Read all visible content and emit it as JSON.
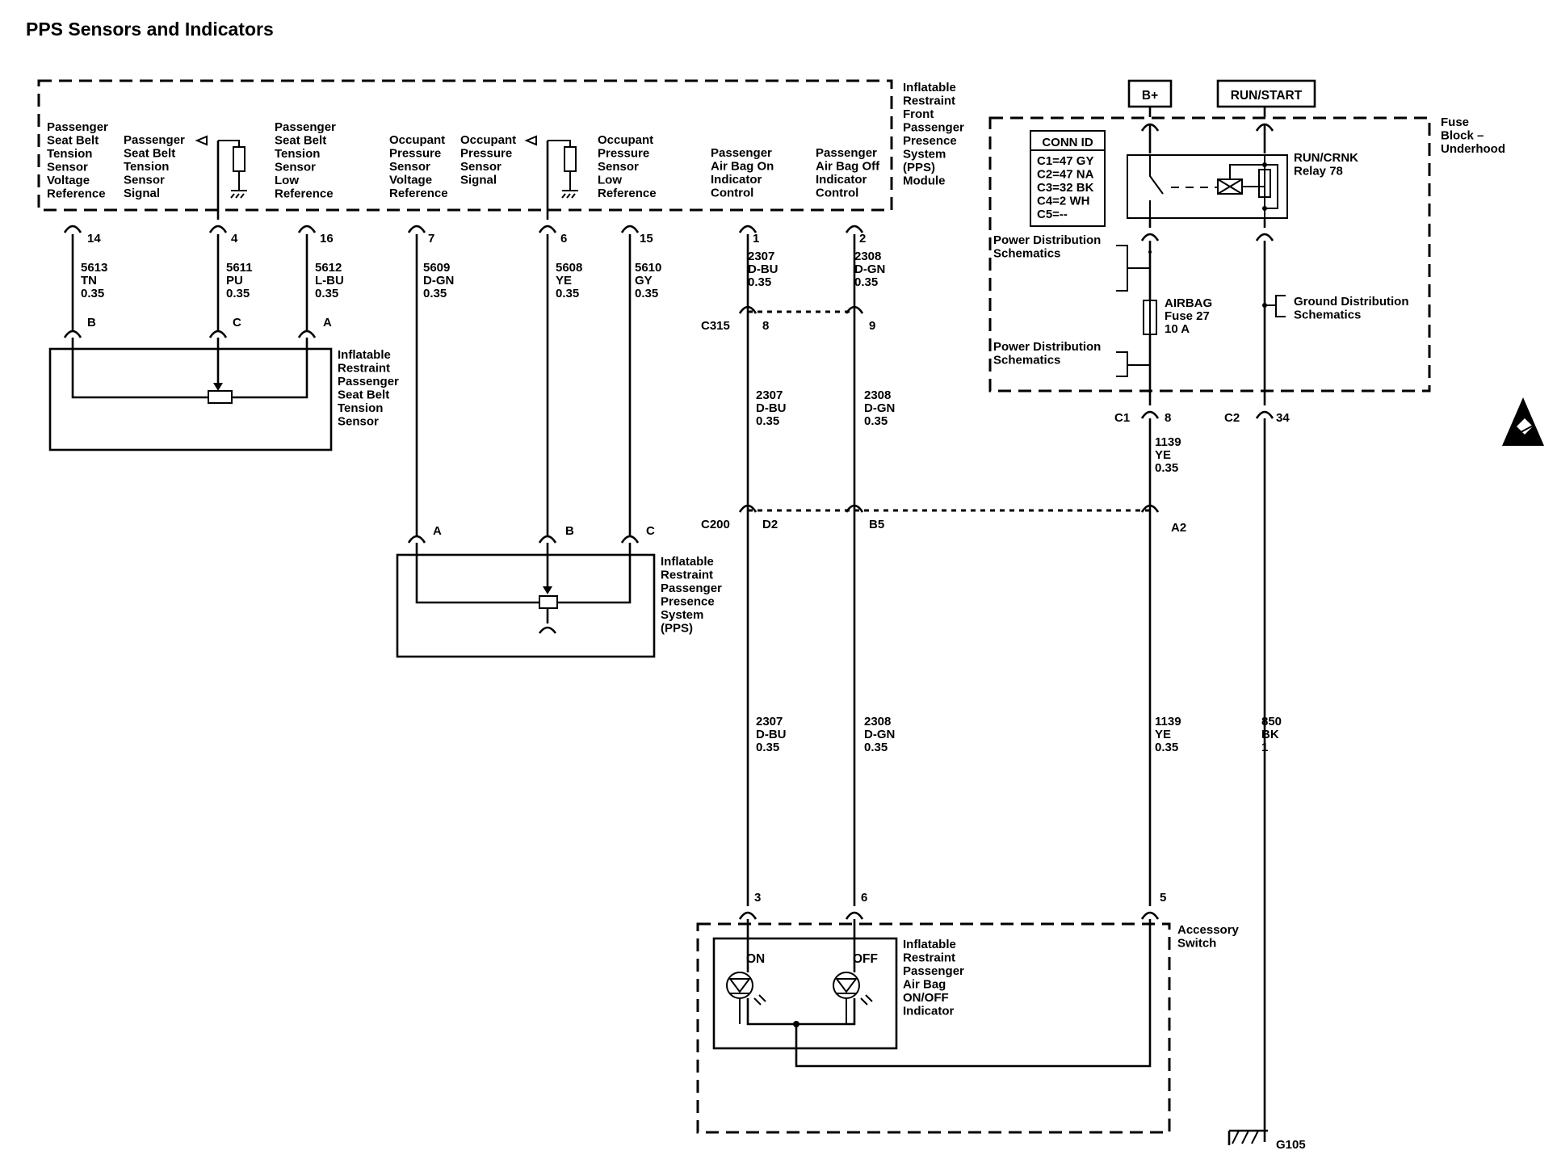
{
  "title": "PPS Sensors and Indicators",
  "module": {
    "name": [
      "Inflatable",
      "Restraint",
      "Front",
      "Passenger",
      "Presence",
      "System",
      "(PPS)",
      "Module"
    ],
    "pins": [
      {
        "id": "p14",
        "label": [
          "Passenger",
          "Seat Belt",
          "Tension",
          "Sensor",
          "Voltage",
          "Reference"
        ],
        "pin": "14",
        "circuit": "5613",
        "color": "TN",
        "gauge": "0.35"
      },
      {
        "id": "p4",
        "label": [
          "Passenger",
          "Seat Belt",
          "Tension",
          "Sensor",
          "Signal"
        ],
        "pin": "4",
        "circuit": "5611",
        "color": "PU",
        "gauge": "0.35"
      },
      {
        "id": "p16",
        "label": [
          "Passenger",
          "Seat Belt",
          "Tension",
          "Sensor",
          "Low",
          "Reference"
        ],
        "pin": "16",
        "circuit": "5612",
        "color": "L-BU",
        "gauge": "0.35"
      },
      {
        "id": "p7",
        "label": [
          "Occupant",
          "Pressure",
          "Sensor",
          "Voltage",
          "Reference"
        ],
        "pin": "7",
        "circuit": "5609",
        "color": "D-GN",
        "gauge": "0.35"
      },
      {
        "id": "p6",
        "label": [
          "Occupant",
          "Pressure",
          "Sensor",
          "Signal"
        ],
        "pin": "6",
        "circuit": "5608",
        "color": "YE",
        "gauge": "0.35"
      },
      {
        "id": "p15",
        "label": [
          "Occupant",
          "Pressure",
          "Sensor",
          "Low",
          "Reference"
        ],
        "pin": "15",
        "circuit": "5610",
        "color": "GY",
        "gauge": "0.35"
      },
      {
        "id": "p1",
        "label": [
          "Passenger",
          "Air Bag On",
          "Indicator",
          "Control"
        ],
        "pin": "1",
        "circuit": "2307",
        "color": "D-BU",
        "gauge": "0.35"
      },
      {
        "id": "p2",
        "label": [
          "Passenger",
          "Air Bag Off",
          "Indicator",
          "Control"
        ],
        "pin": "2",
        "circuit": "2308",
        "color": "D-GN",
        "gauge": "0.35"
      }
    ]
  },
  "seat_belt_sensor": {
    "name": [
      "Inflatable",
      "Restraint",
      "Passenger",
      "Seat Belt",
      "Tension",
      "Sensor"
    ],
    "pins": [
      "B",
      "C",
      "A"
    ]
  },
  "pps_sensor": {
    "name": [
      "Inflatable",
      "Restraint",
      "Passenger",
      "Presence",
      "System",
      "(PPS)"
    ],
    "pins": [
      "A",
      "B",
      "C"
    ]
  },
  "connectors": {
    "c315": {
      "name": "C315",
      "pins": [
        "8",
        "9"
      ]
    },
    "c200": {
      "name": "C200",
      "pins": [
        "D2",
        "B5",
        "A2"
      ]
    },
    "c1": {
      "name": "C1",
      "pin": "8"
    },
    "c2": {
      "name": "C2",
      "pin": "34"
    }
  },
  "wire_labels": {
    "w2307_mid": [
      "2307",
      "D-BU",
      "0.35"
    ],
    "w2308_mid": [
      "2308",
      "D-GN",
      "0.35"
    ],
    "w2307_low": [
      "2307",
      "D-BU",
      "0.35"
    ],
    "w2308_low": [
      "2308",
      "D-GN",
      "0.35"
    ],
    "w1139_top": [
      "1139",
      "YE",
      "0.35"
    ],
    "w1139_low": [
      "1139",
      "YE",
      "0.35"
    ],
    "w850": [
      "850",
      "BK",
      "1"
    ]
  },
  "fuse_block": {
    "name": [
      "Fuse",
      "Block –",
      "Underhood"
    ],
    "conn_id_title": "CONN ID",
    "conn_id": [
      "C1=47 GY",
      "C2=47 NA",
      "C3=32 BK",
      "C4=2 WH",
      "C5=--"
    ],
    "relay": [
      "RUN/CRNK",
      "Relay 78"
    ],
    "fuse": [
      "AIRBAG",
      "Fuse 27",
      "10 A"
    ],
    "power_dist_1": [
      "Power Distribution",
      "Schematics"
    ],
    "power_dist_2": [
      "Power Distribution",
      "Schematics"
    ],
    "ground_dist": [
      "Ground Distribution",
      "Schematics"
    ]
  },
  "power_sources": {
    "bplus": "B+",
    "run_start": "RUN/START"
  },
  "accessory_switch": {
    "name": [
      "Accessory",
      "Switch"
    ],
    "pins": [
      "3",
      "6",
      "5"
    ],
    "indicator": [
      "Inflatable",
      "Restraint",
      "Passenger",
      "Air Bag",
      "ON/OFF",
      "Indicator"
    ],
    "on_label": "ON",
    "off_label": "OFF"
  },
  "ground": "G105"
}
